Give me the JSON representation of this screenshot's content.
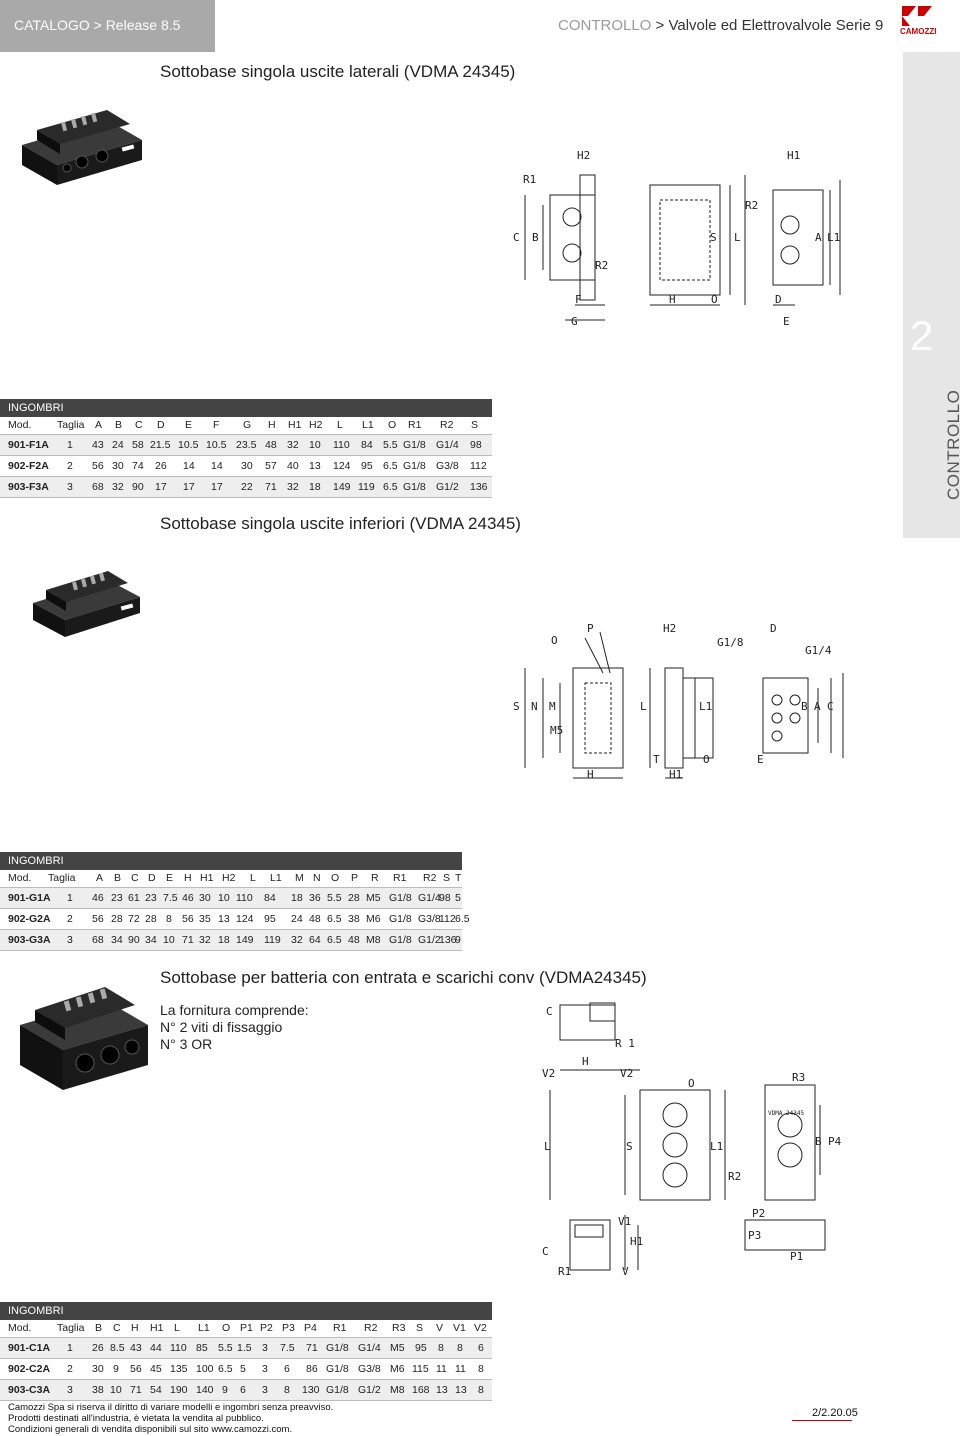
{
  "header": {
    "left_part1": "CATALOGO",
    "left_part2": "Release 8.5",
    "right_part1": "CONTROLLO",
    "right_part2": "Valvole ed Elettrovalvole Serie 9",
    "logo_text": "CAMOZZI"
  },
  "side": {
    "number": "2",
    "label": "CONTROLLO"
  },
  "sections": [
    {
      "title": "Sottobase singola uscite laterali (VDMA 24345)",
      "drawing_labels": [
        "H2",
        "H1",
        "R1",
        "R2",
        "C",
        "B",
        "S",
        "L",
        "A",
        "L1",
        "R2",
        "F",
        "G",
        "H",
        "O",
        "D",
        "E"
      ],
      "table": {
        "heading": "INGOMBRI",
        "columns": [
          "Mod.",
          "Taglia",
          "A",
          "B",
          "C",
          "D",
          "E",
          "F",
          "G",
          "H",
          "H1",
          "H2",
          "L",
          "L1",
          "O",
          "R1",
          "R2",
          "S"
        ],
        "rows": [
          [
            "901-F1A",
            "1",
            "43",
            "24",
            "58",
            "21.5",
            "10.5",
            "10.5",
            "23.5",
            "48",
            "32",
            "10",
            "110",
            "84",
            "5.5",
            "G1/8",
            "G1/4",
            "98"
          ],
          [
            "902-F2A",
            "2",
            "56",
            "30",
            "74",
            "26",
            "14",
            "14",
            "30",
            "57",
            "40",
            "13",
            "124",
            "95",
            "6.5",
            "G1/8",
            "G3/8",
            "112"
          ],
          [
            "903-F3A",
            "3",
            "68",
            "32",
            "90",
            "17",
            "17",
            "17",
            "22",
            "71",
            "32",
            "18",
            "149",
            "119",
            "6.5",
            "G1/8",
            "G1/2",
            "136"
          ]
        ]
      }
    },
    {
      "title": "Sottobase singola uscite inferiori (VDMA 24345)",
      "drawing_labels": [
        "O",
        "P",
        "H2",
        "D",
        "G1/8",
        "G1/4",
        "S",
        "N",
        "M",
        "M5",
        "L",
        "L1",
        "B",
        "A",
        "C",
        "H",
        "T",
        "H1",
        "O",
        "E"
      ],
      "table": {
        "heading": "INGOMBRI",
        "columns": [
          "Mod.",
          "Taglia",
          "A",
          "B",
          "C",
          "D",
          "E",
          "H",
          "H1",
          "H2",
          "L",
          "L1",
          "M",
          "N",
          "O",
          "P",
          "R",
          "R1",
          "R2",
          "S",
          "T"
        ],
        "rows": [
          [
            "901-G1A",
            "1",
            "46",
            "23",
            "61",
            "23",
            "7.5",
            "46",
            "30",
            "10",
            "110",
            "84",
            "18",
            "36",
            "5.5",
            "28",
            "M5",
            "G1/8",
            "G1/4",
            "98",
            "5"
          ],
          [
            "902-G2A",
            "2",
            "56",
            "28",
            "72",
            "28",
            "8",
            "56",
            "35",
            "13",
            "124",
            "95",
            "24",
            "48",
            "6.5",
            "38",
            "M6",
            "G1/8",
            "G3/8",
            "112",
            "6.5"
          ],
          [
            "903-G3A",
            "3",
            "68",
            "34",
            "90",
            "34",
            "10",
            "71",
            "32",
            "18",
            "149",
            "119",
            "32",
            "64",
            "6.5",
            "48",
            "M8",
            "G1/8",
            "G1/2",
            "136",
            "9"
          ]
        ]
      }
    },
    {
      "title": "Sottobase per batteria con entrata e scarichi conv (VDMA24345)",
      "includes": [
        "La fornitura comprende:",
        "N° 2 viti di fissaggio",
        "N° 3 OR"
      ],
      "drawing_labels": [
        "C",
        "H",
        "R 1",
        "V2",
        "V2",
        "O",
        "R3",
        "L",
        "S",
        "L1",
        "VDMA 24345",
        "B",
        "P4",
        "R2",
        "V1",
        "H1",
        "P2",
        "P3",
        "P1",
        "C",
        "R1",
        "V"
      ],
      "table": {
        "heading": "INGOMBRI",
        "columns": [
          "Mod.",
          "Taglia",
          "B",
          "C",
          "H",
          "H1",
          "L",
          "L1",
          "O",
          "P1",
          "P2",
          "P3",
          "P4",
          "R1",
          "R2",
          "R3",
          "S",
          "V",
          "V1",
          "V2"
        ],
        "rows": [
          [
            "901-C1A",
            "1",
            "26",
            "8.5",
            "43",
            "44",
            "110",
            "85",
            "5.5",
            "1.5",
            "3",
            "7.5",
            "71",
            "G1/8",
            "G1/4",
            "M5",
            "95",
            "8",
            "8",
            "6"
          ],
          [
            "902-C2A",
            "2",
            "30",
            "9",
            "56",
            "45",
            "135",
            "100",
            "6.5",
            "5",
            "3",
            "6",
            "86",
            "G1/8",
            "G3/8",
            "M6",
            "115",
            "11",
            "11",
            "8"
          ],
          [
            "903-C3A",
            "3",
            "38",
            "10",
            "71",
            "54",
            "190",
            "140",
            "9",
            "6",
            "3",
            "8",
            "130",
            "G1/8",
            "G1/2",
            "M8",
            "168",
            "13",
            "13",
            "8"
          ]
        ]
      }
    }
  ],
  "footer": {
    "lines": [
      "Camozzi Spa si riserva il diritto di variare modelli e ingombri senza preavviso.",
      "Prodotti destinati all'industria, è vietata la vendita al pubblico.",
      "Condizioni generali di vendita disponibili sul sito www.camozzi.com."
    ],
    "page_code": "2/2.20.05"
  },
  "colors": {
    "header_grey": "#a9a9a9",
    "table_head": "#444444",
    "side_strip": "#e6e6e6",
    "accent": "#cc0000"
  }
}
